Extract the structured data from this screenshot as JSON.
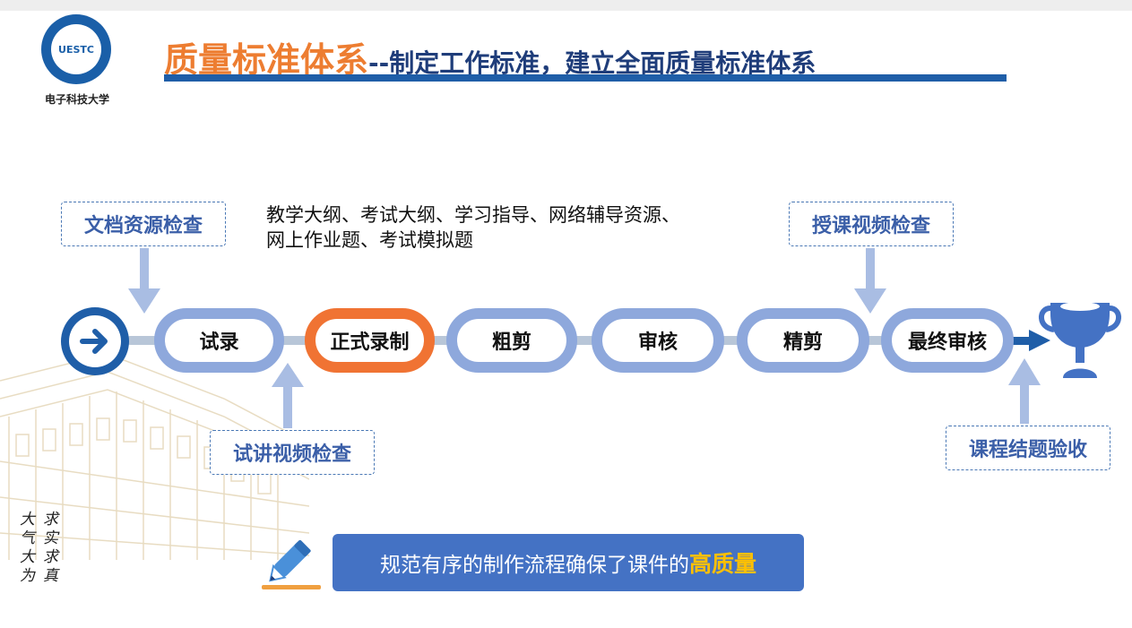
{
  "logo": {
    "emblem_text": "UESTC",
    "name": "电子科技大学"
  },
  "title": {
    "main": "质量标准体系",
    "sub": "--制定工作标准，建立全面质量标准体系"
  },
  "callouts": {
    "doc_check": "文档资源检查",
    "trial_video_check": "试讲视频检查",
    "lecture_video_check": "授课视频检查",
    "acceptance": "课程结题验收"
  },
  "note": {
    "line1": "教学大纲、考试大纲、学习指导、网络辅导资源、",
    "line2": "网上作业题、考试模拟题"
  },
  "steps": [
    {
      "label": "试录",
      "active": false
    },
    {
      "label": "正式录制",
      "active": true
    },
    {
      "label": "粗剪",
      "active": false
    },
    {
      "label": "审核",
      "active": false
    },
    {
      "label": "精剪",
      "active": false
    },
    {
      "label": "最终审核",
      "active": false
    }
  ],
  "calligraphy": {
    "col1": "大气大为",
    "col2": "求实求真"
  },
  "bottom": {
    "text": "规范有序的制作流程确保了课件的",
    "highlight": "高质量"
  },
  "colors": {
    "title_orange": "#ed7d31",
    "title_blue": "#1f3d7a",
    "link_blue": "#8ea8dc",
    "link_active": "#f07333",
    "trophy": "#4472c4",
    "bar": "#4472c4",
    "highlight": "#ffc000"
  },
  "icons": [
    "arrow-right-icon",
    "trophy-icon",
    "pencil-icon"
  ]
}
